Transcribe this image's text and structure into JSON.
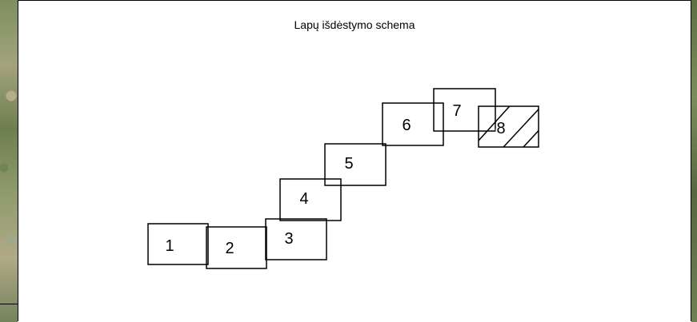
{
  "title": "Lapų išdėstymo schema",
  "sheets": [
    {
      "label": "1",
      "hatched": false
    },
    {
      "label": "2",
      "hatched": false
    },
    {
      "label": "3",
      "hatched": false
    },
    {
      "label": "4",
      "hatched": false
    },
    {
      "label": "5",
      "hatched": false
    },
    {
      "label": "6",
      "hatched": false
    },
    {
      "label": "7",
      "hatched": false
    },
    {
      "label": "8",
      "hatched": true
    }
  ],
  "colors": {
    "line": "#000000",
    "background": "#ffffff"
  }
}
